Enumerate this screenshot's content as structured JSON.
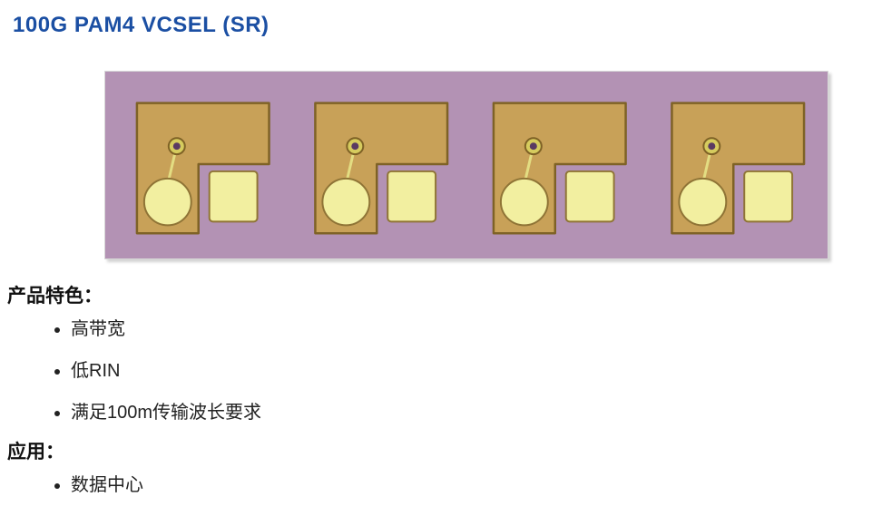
{
  "page": {
    "title": "100G PAM4 VCSEL (SR)"
  },
  "colors": {
    "title-blue": "#1b4fa3",
    "figure-bg": "#b392b4",
    "pad-fill": "#c8a158",
    "pad-stroke": "#7e6226",
    "pale-fill": "#f2efa0",
    "pale-stroke": "#8f7436",
    "ring-outer": "#d6cc5e",
    "ring-inner": "#5a3a62",
    "wire": "#e3dd82"
  },
  "figure": {
    "alt": "Die photo of four 100G PAM4 VCSEL chips on purple wafer background",
    "unit_count": 4
  },
  "sections": [
    {
      "heading": "产品特色：",
      "items": [
        "高带宽",
        "低RIN",
        "满足100m传输波长要求"
      ]
    },
    {
      "heading": "应用：",
      "items": [
        "数据中心"
      ]
    }
  ]
}
